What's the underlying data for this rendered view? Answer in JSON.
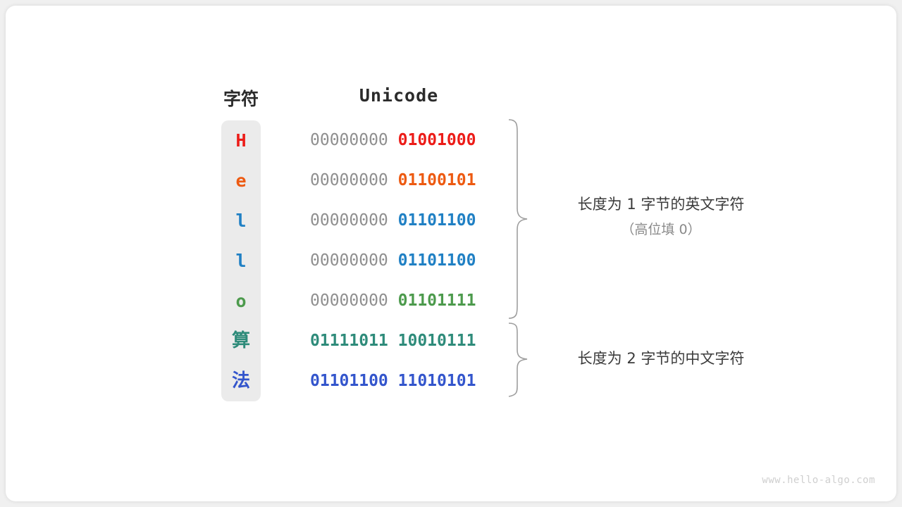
{
  "canvas": {
    "background_color": "#ffffff",
    "page_background_color": "#f0f0f0"
  },
  "headers": {
    "char_column": "字符",
    "unicode_column": "Unicode"
  },
  "rows": [
    {
      "char": "H",
      "char_color": "#EC1C18",
      "high_byte": "00000000",
      "low_byte": "01001000",
      "high_bold": false,
      "low_color": "#EC1C18"
    },
    {
      "char": "e",
      "char_color": "#ED5A11",
      "high_byte": "00000000",
      "low_byte": "01100101",
      "high_bold": false,
      "low_color": "#ED5A11"
    },
    {
      "char": "l",
      "char_color": "#2080C4",
      "high_byte": "00000000",
      "low_byte": "01101100",
      "high_bold": false,
      "low_color": "#2080C4"
    },
    {
      "char": "l",
      "char_color": "#2080C4",
      "high_byte": "00000000",
      "low_byte": "01101100",
      "high_bold": false,
      "low_color": "#2080C4"
    },
    {
      "char": "o",
      "char_color": "#4C9A4C",
      "high_byte": "00000000",
      "low_byte": "01101111",
      "high_bold": false,
      "low_color": "#4C9A4C"
    },
    {
      "char": "算",
      "char_color": "#2E8B7A",
      "high_byte": "01111011",
      "low_byte": "10010111",
      "high_bold": true,
      "low_color": "#2E8B7A",
      "high_color": "#2E8B7A"
    },
    {
      "char": "法",
      "char_color": "#3355CC",
      "high_byte": "01101100",
      "low_byte": "11010101",
      "high_bold": true,
      "low_color": "#3355CC",
      "high_color": "#3355CC"
    }
  ],
  "annotations": {
    "group1_line1": "长度为 1 字节的英文字符",
    "group1_line2": "（高位填 0）",
    "group2_line1": "长度为 2 字节的中文字符"
  },
  "watermark": "www.hello-algo.com",
  "colors": {
    "grey_column": "#ebebeb",
    "high_byte_grey": "#8f8f8f",
    "brace": "#9e9e9e",
    "header_text": "#2b2b2b",
    "note_text": "#3b3b3b",
    "note_sub_text": "#8a8a8a",
    "watermark_text": "#cfcfcf"
  }
}
